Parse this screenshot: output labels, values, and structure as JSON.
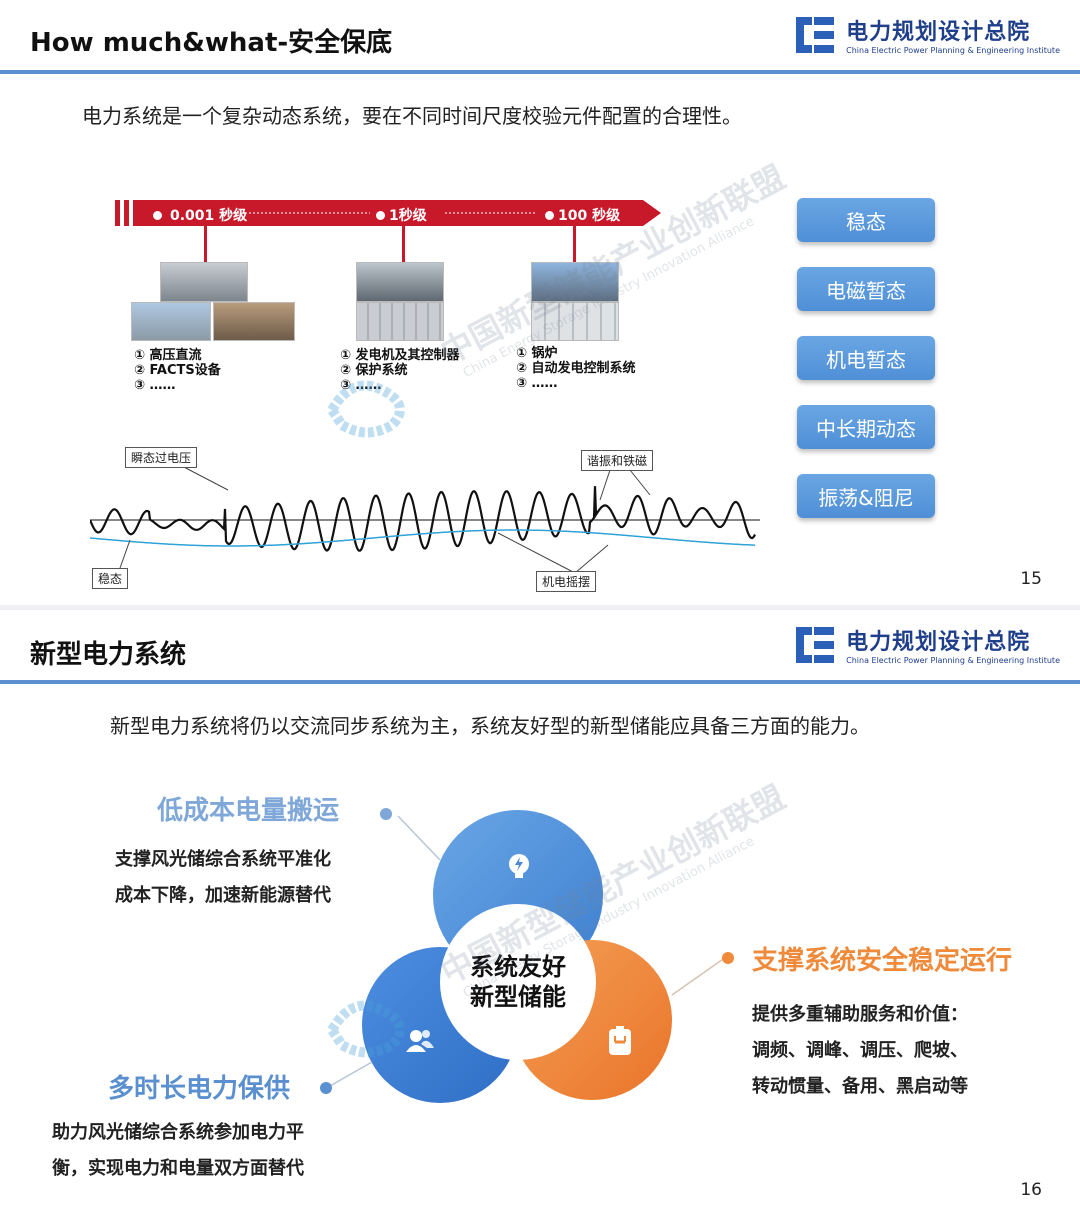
{
  "slide1": {
    "title": "How much&what-安全保底",
    "logo": {
      "cn": "电力规划设计总院",
      "en": "China Electric Power Planning & Engineering Institute"
    },
    "lead": "电力系统是一个复杂动态系统，要在不同时间尺度校验元件配置的合理性。",
    "timeline": {
      "scales": [
        "0.001 秒级",
        "1秒级",
        "100 秒级"
      ],
      "groups": [
        {
          "items": [
            "① 高压直流",
            "② FACTS设备",
            "③ ……"
          ]
        },
        {
          "items": [
            "① 发电机及其控制器",
            "② 保护系统",
            "③ ……"
          ]
        },
        {
          "items": [
            "① 锅炉",
            "② 自动发电控制系统",
            "③ ……"
          ]
        }
      ]
    },
    "waveform_tags": [
      "瞬态过电压",
      "谐振和铁磁",
      "稳态",
      "机电摇摆"
    ],
    "pills": [
      "稳态",
      "电磁暂态",
      "机电暂态",
      "中长期动态",
      "振荡&阻尼"
    ],
    "watermark": {
      "cn": "中国新型储能产业创新联盟",
      "en": "China Energy Storage Industry Innovation Alliance"
    },
    "page": "15",
    "colors": {
      "accent_red": "#c8192b",
      "pill_blue": "#5b98dc",
      "rule_blue": "#5b8fd0"
    }
  },
  "slide2": {
    "title": "新型电力系统",
    "logo": {
      "cn": "电力规划设计总院",
      "en": "China Electric Power Planning & Engineering Institute"
    },
    "lead": "新型电力系统将仍以交流同步系统为主，系统友好型的新型储能应具备三方面的能力。",
    "center": [
      "系统友好",
      "新型储能"
    ],
    "features": [
      {
        "title": "低成本电量搬运",
        "lines": [
          "支撑风光储综合系统平准化",
          "成本下降，加速新能源替代"
        ],
        "color": "#7fa8d8"
      },
      {
        "title": "支撑系统安全稳定运行",
        "lines": [
          "提供多重辅助服务和价值：",
          "调频、调峰、调压、爬坡、",
          "转动惯量、备用、黑启动等"
        ],
        "color": "#ee8a3a"
      },
      {
        "title": "多时长电力保供",
        "lines": [
          "助力风光储综合系统参加电力平",
          "衡，实现电力和电量双方面替代"
        ],
        "color": "#5a8fd0"
      }
    ],
    "icons": [
      "lightning-bulb-icon",
      "users-icon",
      "battery-icon"
    ],
    "watermark": {
      "cn": "中国新型储能产业创新联盟",
      "en": "China Energy Storage Industry Innovation Alliance"
    },
    "page": "16"
  }
}
